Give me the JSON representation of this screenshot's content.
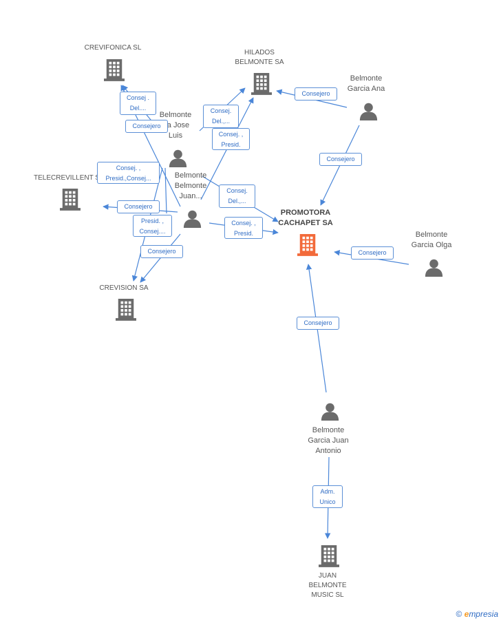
{
  "colors": {
    "accent_company": "#f26a3a",
    "company": "#6b6b6b",
    "person": "#6b6b6b",
    "edge": "#4a86d8"
  },
  "nodes": {
    "promotora": {
      "label": "PROMOTORA\nCACHAPET SA",
      "icon": "building-icon"
    },
    "crevifonica": {
      "label": "CREVIFONICA SL",
      "icon": "building-icon"
    },
    "hilados": {
      "label": "HILADOS\nBELMONTE SA",
      "icon": "building-icon"
    },
    "telecrevillent": {
      "label": "TELECREVILLENT S",
      "icon": "building-icon"
    },
    "crevision": {
      "label": "CREVISION SA",
      "icon": "building-icon"
    },
    "juan_music": {
      "label": "JUAN\nBELMONTE\nMUSIC SL",
      "icon": "building-icon"
    },
    "ana": {
      "label": "Belmonte\nGarcia Ana",
      "icon": "person-icon"
    },
    "jose_luis": {
      "label": "Belmonte\ncia Jose\nLuis",
      "icon": "person-icon"
    },
    "juan_bel": {
      "label": "Belmonte\nBelmonte\nJuan...",
      "icon": "person-icon"
    },
    "olga": {
      "label": "Belmonte\nGarcia Olga",
      "icon": "person-icon"
    },
    "juan_antonio": {
      "label": "Belmonte\nGarcia Juan\nAntonio",
      "icon": "person-icon"
    }
  },
  "edges": {
    "e1": "Consej .\nDel....",
    "e2": "Consejero",
    "e3": "Consej.\nDel.,...",
    "e4": "Consej. ,\nPresid.",
    "e5": "Consejero",
    "e6": "Consejero",
    "e7": "Consej. ,\nPresid.,Consej...",
    "e8": "Consejero",
    "e9": "Consej.\nDel.,...",
    "e10": "Presid. ,\nConsej....",
    "e11": "Consejero",
    "e12": "Consej. ,\nPresid.",
    "e13": "Consejero",
    "e14": "Consejero",
    "e15": "Adm.\nUnico"
  },
  "footer": {
    "symbol": "©",
    "brand_initial": "e",
    "brand_rest": "mpresia"
  }
}
